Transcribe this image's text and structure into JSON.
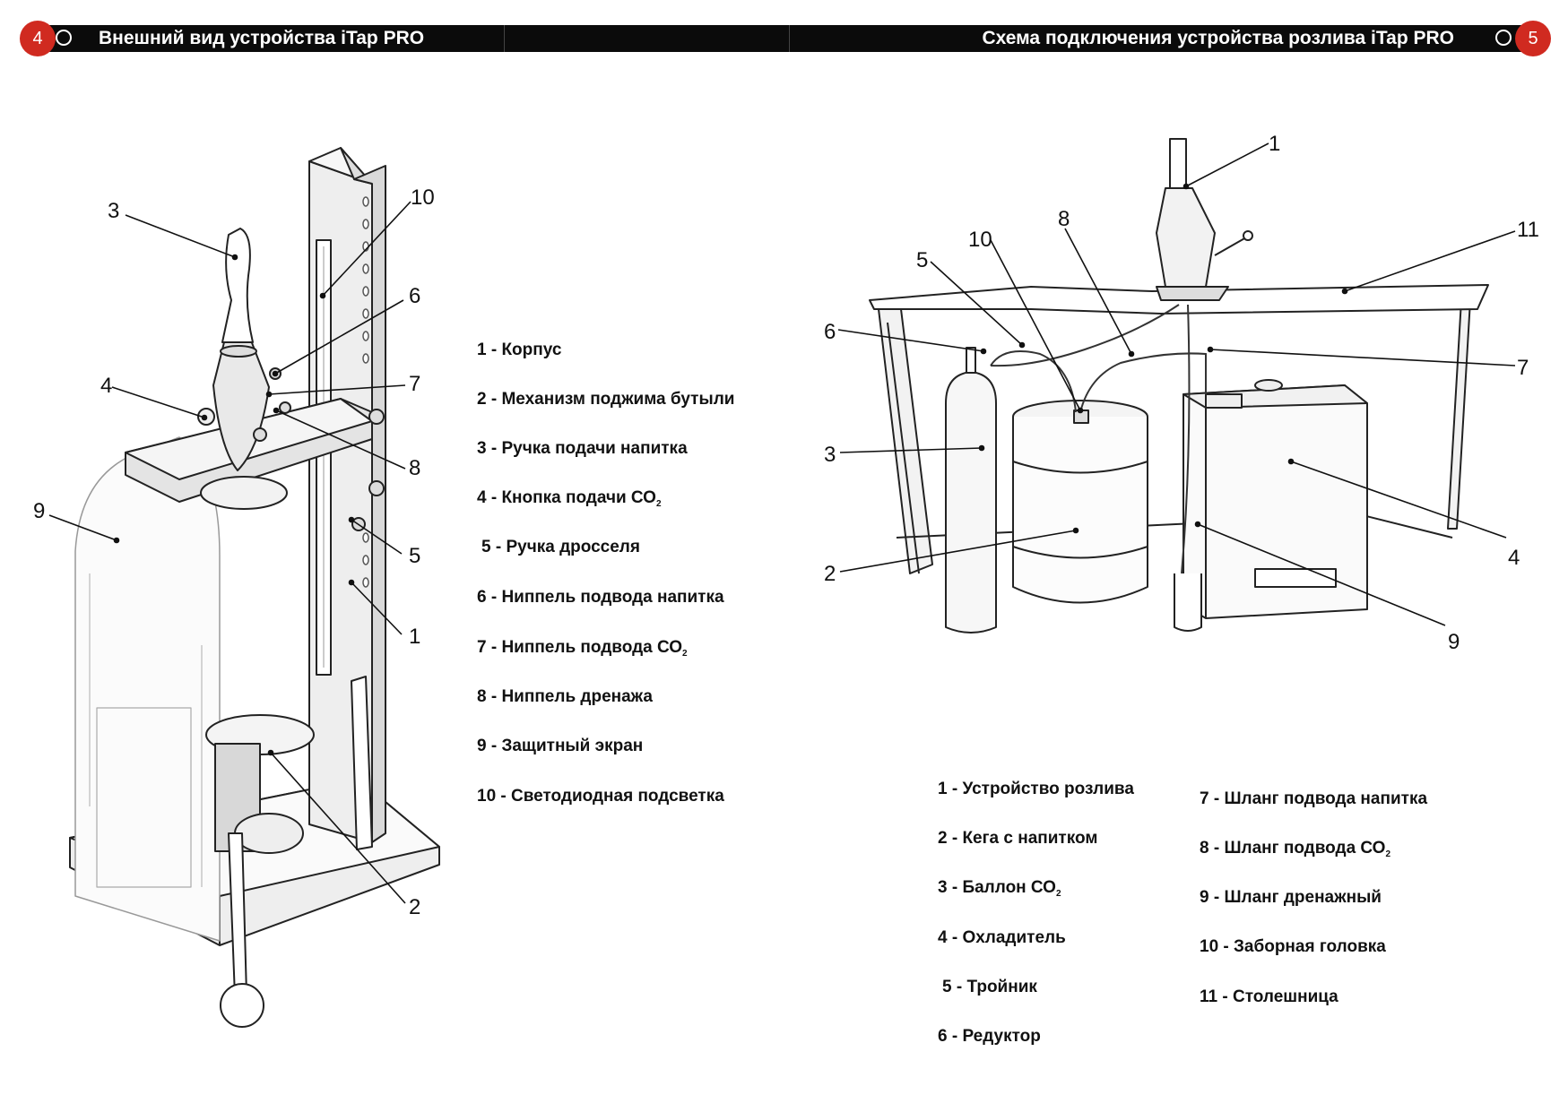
{
  "left_page": {
    "number": "4",
    "header_title": "Внешний вид устройства iTap PRO",
    "legend": [
      {
        "text": "1 - Корпус"
      },
      {
        "text": "2 - Механизм поджима бутыли"
      },
      {
        "text": "3 - Ручка подачи напитка"
      },
      {
        "text": "4 - Кнопка подачи СО",
        "sub": "2"
      },
      {
        "text": "5 - Ручка дросселя"
      },
      {
        "text": "6 - Ниппель подвода напитка"
      },
      {
        "text": "7 - Ниппель подвода СО",
        "sub": "2"
      },
      {
        "text": "8 - Ниппель дренажа"
      },
      {
        "text": "9 - Защитный экран"
      },
      {
        "text": "10 - Светодиодная подсветка"
      }
    ],
    "callouts": [
      "1",
      "2",
      "3",
      "4",
      "5",
      "6",
      "7",
      "8",
      "9",
      "10"
    ]
  },
  "right_page": {
    "number": "5",
    "header_title": "Схема подключения устройства розлива iTap PRO",
    "legend_col1": [
      {
        "text": "1 - Устройство розлива"
      },
      {
        "text": "2 - Кега с напитком"
      },
      {
        "text": "3 - Баллон СО",
        "sub": "2"
      },
      {
        "text": "4 - Охладитель"
      },
      {
        "text": "5 - Тройник"
      },
      {
        "text": "6 - Редуктор"
      }
    ],
    "legend_col2": [
      {
        "text": "7 - Шланг подвода напитка"
      },
      {
        "text": "8 - Шланг подвода СО",
        "sub": "2"
      },
      {
        "text": "9 - Шланг дренажный"
      },
      {
        "text": "10 - Заборная головка"
      },
      {
        "text": "11 - Столешница"
      }
    ],
    "callouts": [
      "1",
      "2",
      "3",
      "4",
      "5",
      "6",
      "7",
      "8",
      "9",
      "10",
      "11"
    ]
  },
  "colors": {
    "header_bar": "#0b0b0b",
    "page_badge": "#d02a20"
  }
}
